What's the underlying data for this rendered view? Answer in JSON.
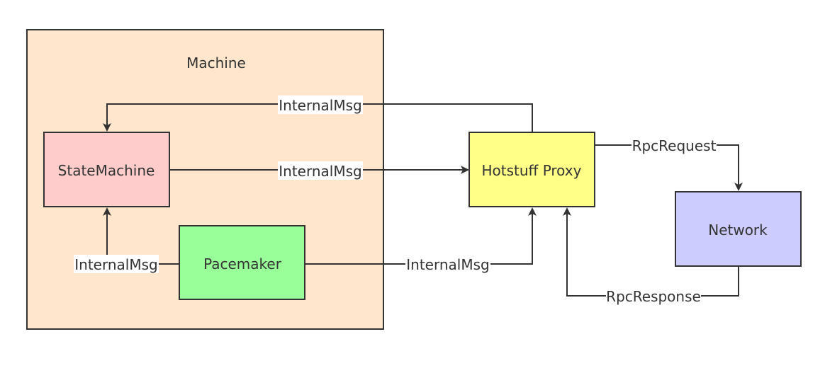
{
  "colors": {
    "machine_fill": "#ffe6cc",
    "statemachine_fill": "#ffcccc",
    "pacemaker_fill": "#99ff99",
    "proxy_fill": "#ffff88",
    "network_fill": "#ccccff",
    "stroke": "#333333"
  },
  "machine": {
    "title": "Machine"
  },
  "nodes": {
    "statemachine": "StateMachine",
    "pacemaker": "Pacemaker",
    "proxy": "Hotstuff Proxy",
    "network": "Network"
  },
  "edges": {
    "proxy_to_statemachine": "InternalMsg",
    "statemachine_to_proxy": "InternalMsg",
    "pacemaker_to_statemachine": "InternalMsg",
    "pacemaker_to_proxy": "InternalMsg",
    "proxy_to_network": "RpcRequest",
    "network_to_proxy": "RpcResponse"
  }
}
